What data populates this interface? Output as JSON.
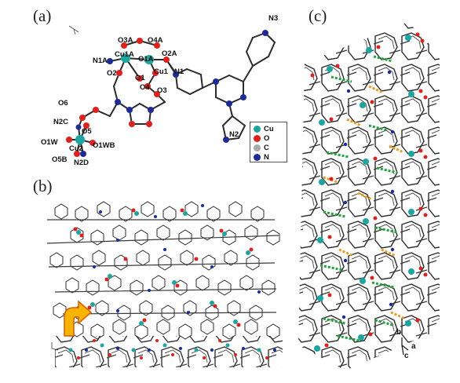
{
  "panels": {
    "a": {
      "letter": "(a)",
      "atoms": {
        "O3A": "O3A",
        "O4A": "O4A",
        "N1A": "N1A",
        "Cu1A": "Cu1A",
        "O1A": "O1A",
        "O2A": "O2A",
        "O2": "O2",
        "O1": "O1",
        "Cu1": "Cu1",
        "N1": "N1",
        "O4": "O4",
        "O3": "O3",
        "N3": "N3",
        "O6": "O6",
        "N2C": "N2C",
        "O5": "O5",
        "O1W": "O1W",
        "Cu2": "Cu2",
        "O1WB": "O1WB",
        "O5B": "O5B",
        "N2D": "N2D",
        "N2": "N2"
      },
      "legend": [
        {
          "symbol": "Cu",
          "color": "#1aa7a1"
        },
        {
          "symbol": "O",
          "color": "#e0201b"
        },
        {
          "symbol": "C",
          "color": "#a8a8a8"
        },
        {
          "symbol": "N",
          "color": "#1c2a9a"
        }
      ]
    },
    "b": {
      "letter": "(b)"
    },
    "c": {
      "letter": "(c)",
      "axes": {
        "b": "b",
        "c": "c",
        "a": "a"
      }
    }
  },
  "colors": {
    "bond": "#2b2b2b",
    "copper": "#1aa7a1",
    "oxygen": "#e0201b",
    "nitrogen": "#1c2a9a",
    "hbond_green": "#1fa53a",
    "hbond_orange": "#f09a1a",
    "arrow_fill": "#f7b500",
    "arrow_edge": "#e05a00"
  }
}
